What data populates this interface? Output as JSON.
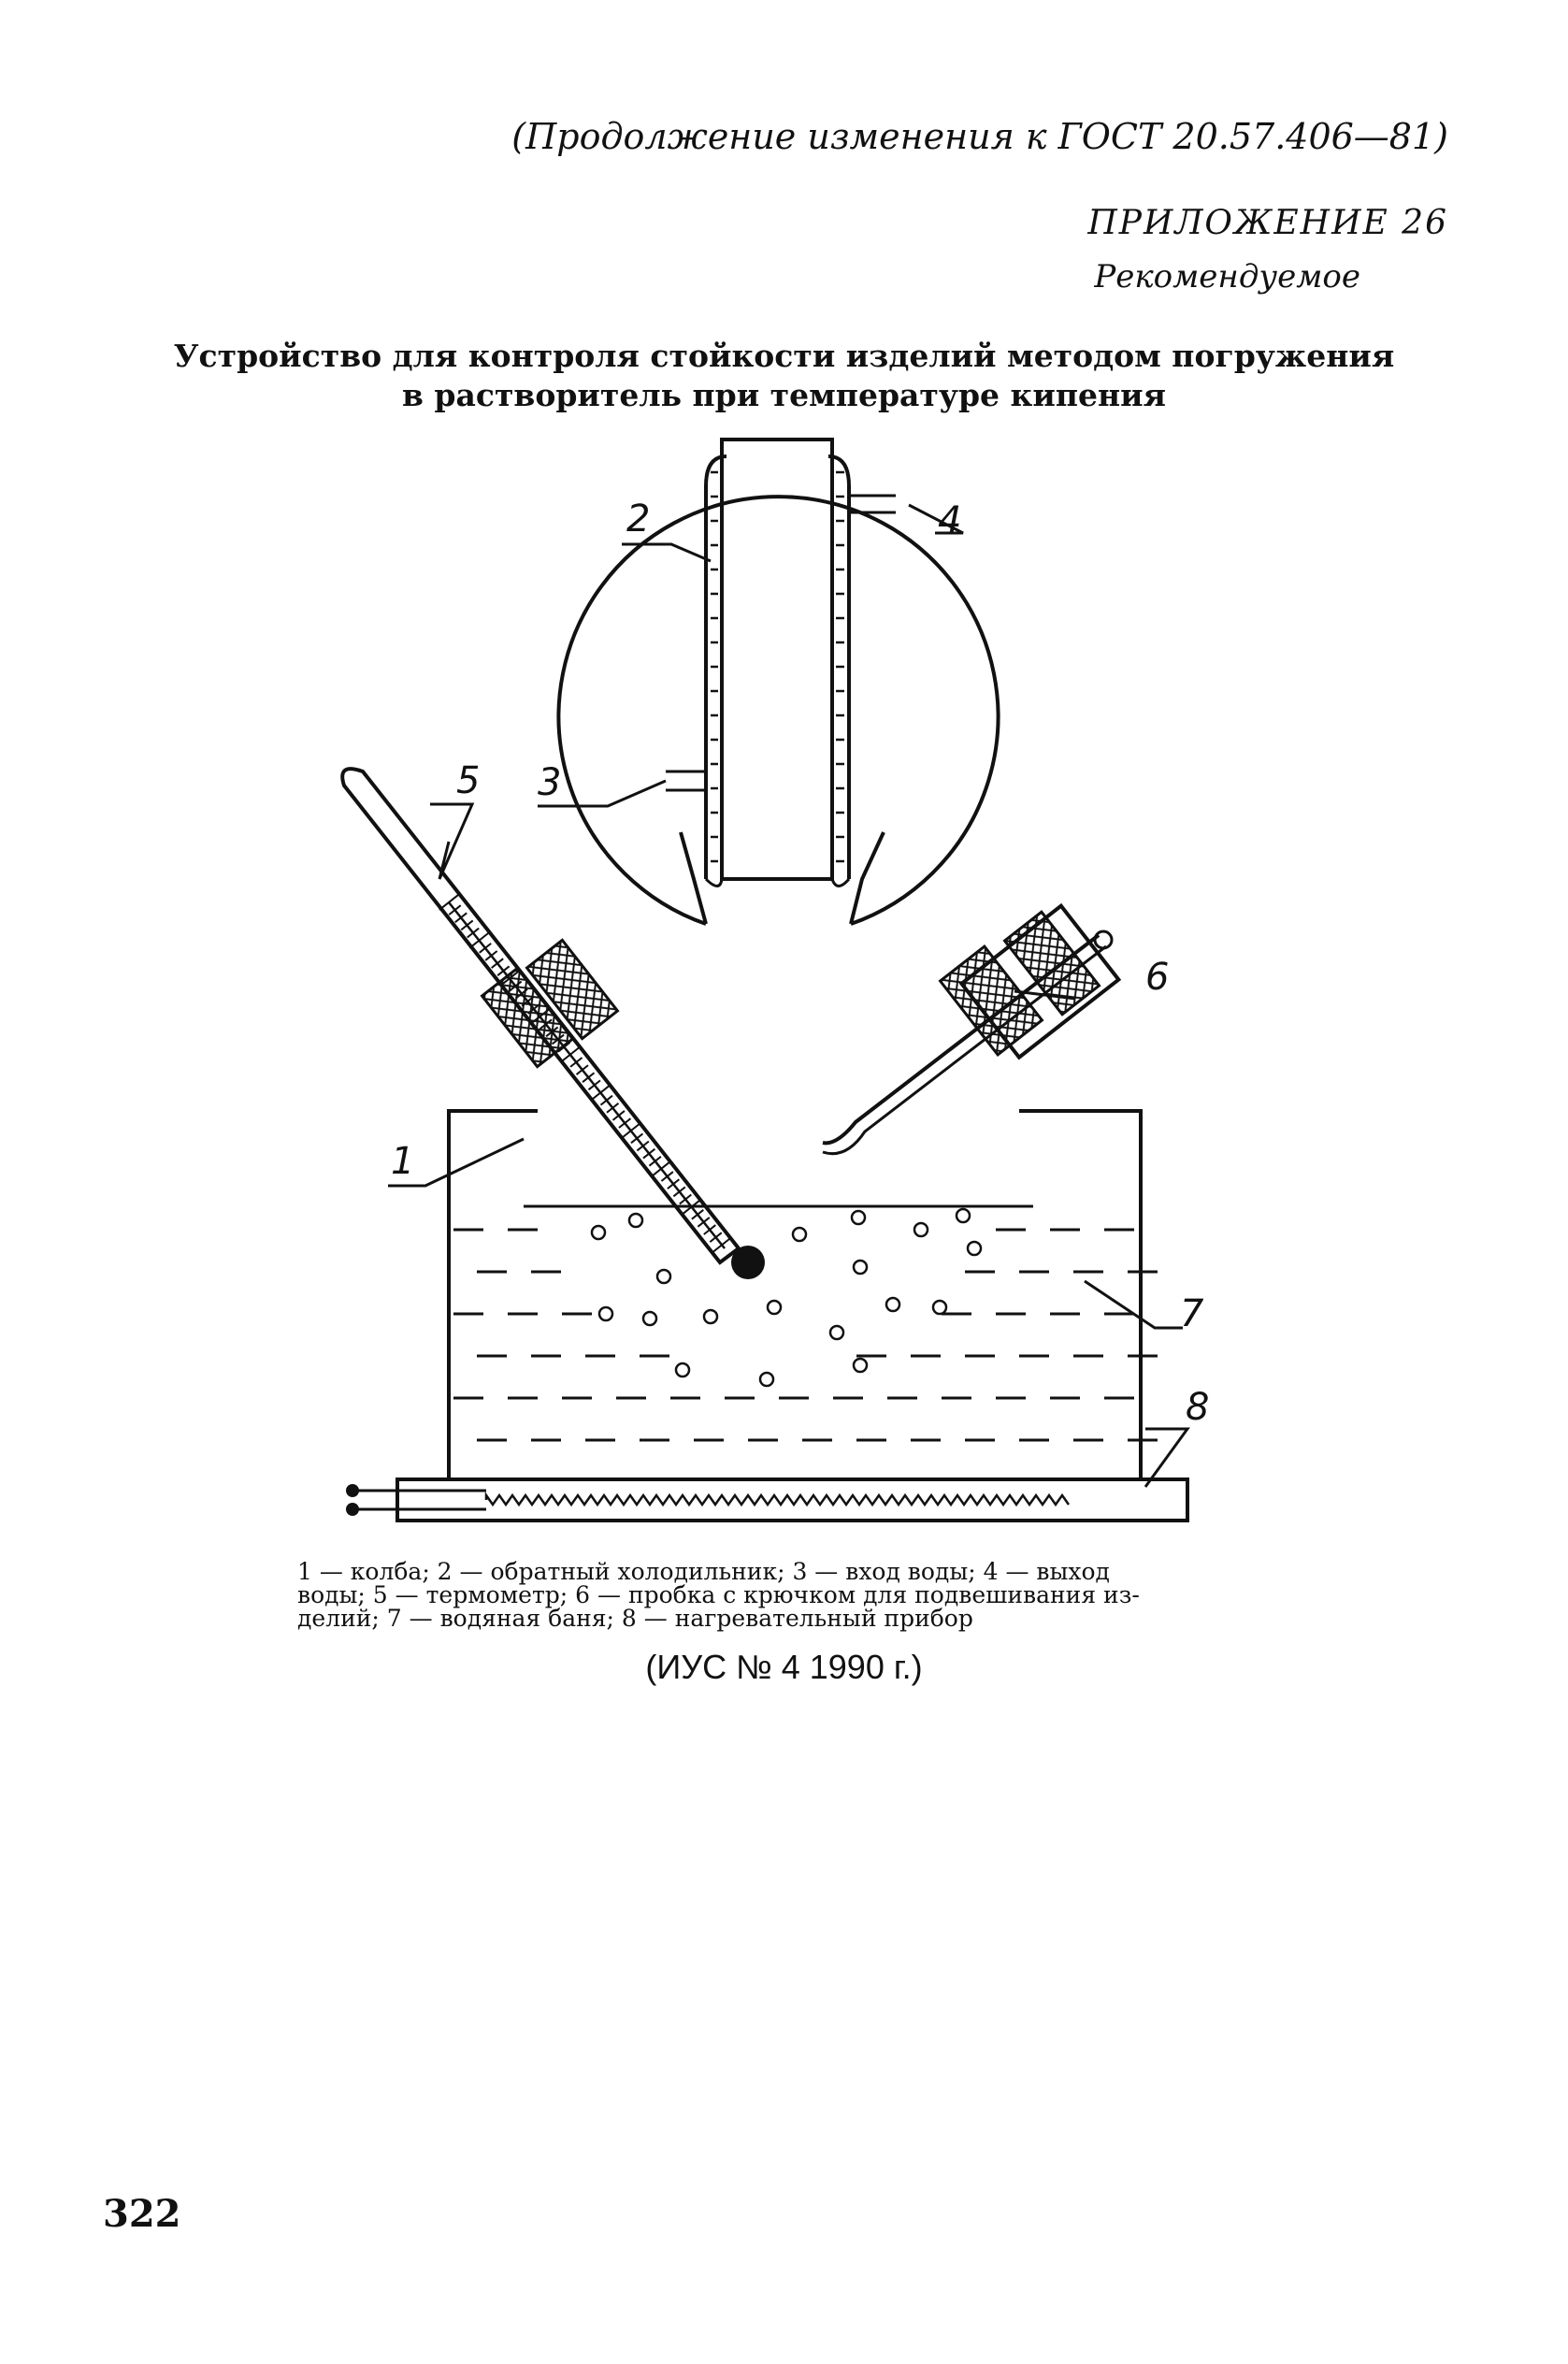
{
  "header": {
    "continuation": "(Продолжение изменения к ГОСТ 20.57.406—81)",
    "appendix": "ПРИЛОЖЕНИЕ 26",
    "recommended": "Рекомендуемое"
  },
  "title": {
    "line1": "Устройство для контроля стойкости изделий методом погружения",
    "line2": "в растворитель при температуре кипения"
  },
  "figure": {
    "labels": [
      "1",
      "2",
      "3",
      "4",
      "5",
      "6",
      "7",
      "8"
    ]
  },
  "caption": {
    "line1": "1 — колба; 2 — обратный холодильник; 3 — вход воды; 4 — выход",
    "line2": "воды; 5 — термометр; 6 — пробка с крючком для подвешивания из-",
    "line3": "делий; 7 — водяная баня; 8 — нагревательный прибор"
  },
  "source": "(ИУС № 4 1990 г.)",
  "page_number": "322"
}
